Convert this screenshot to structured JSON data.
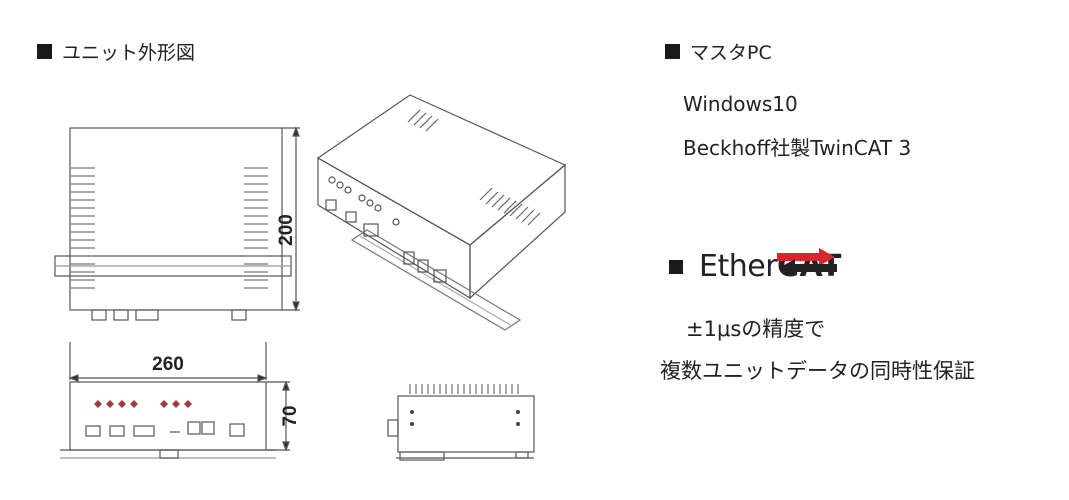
{
  "unit_section": {
    "heading": "ユニット外形図",
    "dimensions": {
      "height": "200",
      "width": "260",
      "depth": "70"
    }
  },
  "pc_section": {
    "heading": "マスタPC",
    "lines": [
      "Windows10",
      "Beckhoff社製TwinCAT 3"
    ]
  },
  "ethercat_section": {
    "logo_text_light": "Ether",
    "logo_text_bold": "CAT",
    "lines": [
      "±1μsの精度で",
      "複数ユニットデータの同時性保証"
    ],
    "colors": {
      "arrow_red": "#d8262d",
      "arrow_dark": "#222222"
    }
  },
  "icons": [
    "square-bullet-icon",
    "ethercat-logo-icon"
  ]
}
